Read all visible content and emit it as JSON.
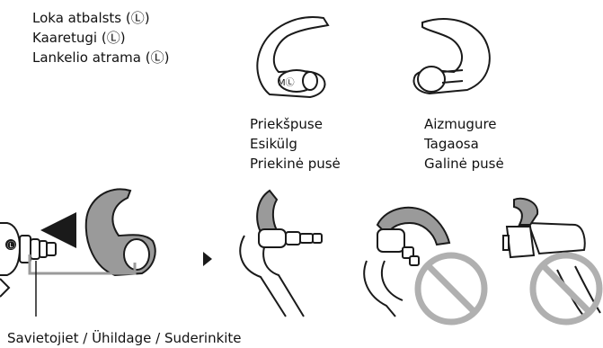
{
  "support_name": {
    "lines": [
      "Loka atbalsts (Ⓛ)",
      "Kaaretugi (Ⓛ)",
      "Lankelio atrama (Ⓛ)"
    ]
  },
  "front_view": {
    "lines": [
      "Priekšpuse",
      "Esikülg",
      "Priekinė pusė"
    ],
    "marker": "MⓁ"
  },
  "back_view": {
    "lines": [
      "Aizmugure",
      "Tagaosa",
      "Galinė pusė"
    ]
  },
  "align_caption": "Savietojiet / Ühildage / Suderinkite",
  "earbud_marker": "Ⓛ",
  "colors": {
    "support_fill": "#9a9a9a",
    "prohibition": "#b0b0b0",
    "line": "#1a1a1a"
  }
}
